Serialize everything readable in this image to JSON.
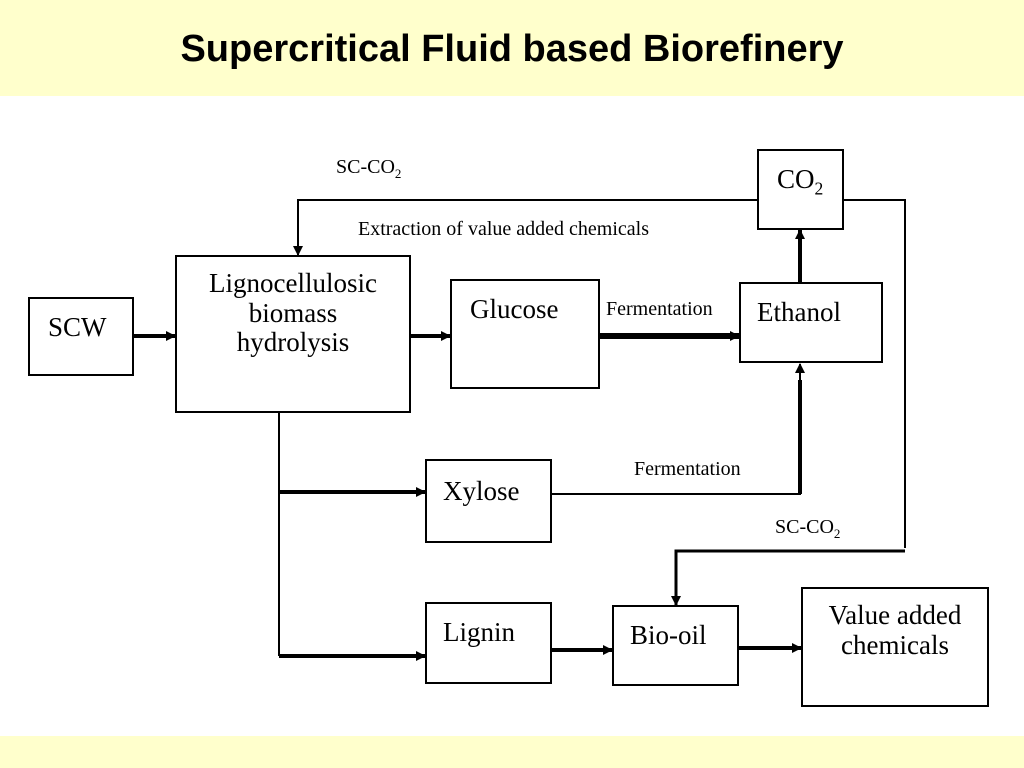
{
  "title": "Supercritical Fluid based Biorefinery",
  "nodes": {
    "scw": "SCW",
    "hydrolysis": [
      "Lignocellulosic",
      "biomass",
      "hydrolysis"
    ],
    "glucose": "Glucose",
    "ethanol": "Ethanol",
    "co2_base": "CO",
    "co2_sub": "2",
    "xylose": "Xylose",
    "lignin": "Lignin",
    "biooil": "Bio-oil",
    "value_added": [
      "Value added",
      "chemicals"
    ]
  },
  "edge_labels": {
    "scco2_top_base": "SC-CO",
    "scco2_top_sub": "2",
    "extraction": "Extraction of value added chemicals",
    "fermentation_glucose": "Fermentation",
    "fermentation_xylose": "Fermentation",
    "scco2_mid_base": "SC-CO",
    "scco2_mid_sub": "2"
  }
}
